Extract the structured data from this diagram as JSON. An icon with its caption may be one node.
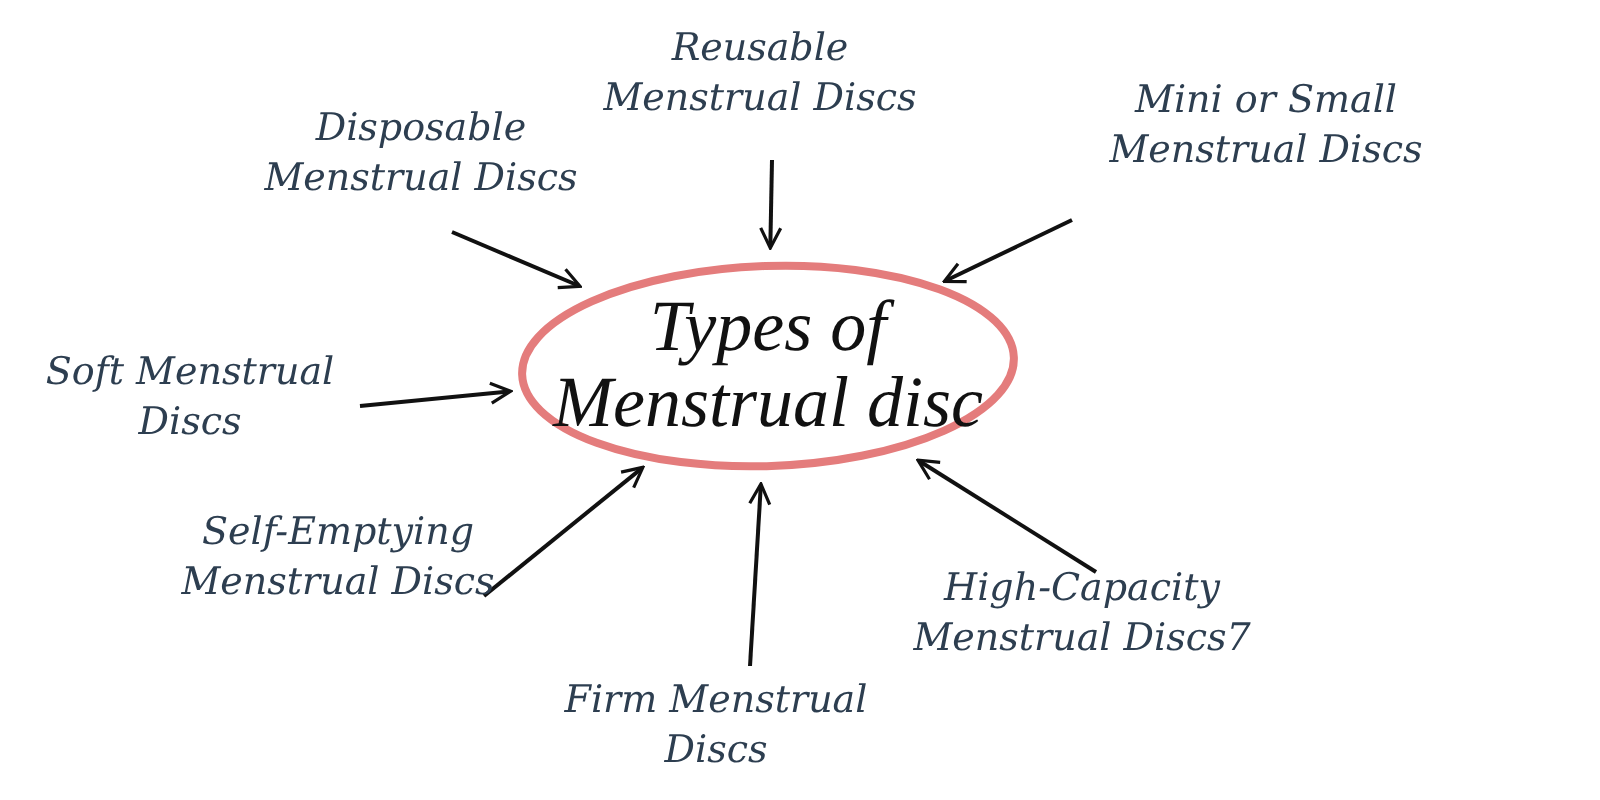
{
  "diagram": {
    "nodes": [
      {
        "text": [
          "Types of Menstrual disc"
        ]
      },
      {
        "text": [
          "Disposable Menstrual Discs"
        ]
      },
      {
        "text": [
          "Reusable Menstrual Discs"
        ]
      },
      {
        "text": [
          "Mini or Small Menstrual Discs"
        ]
      },
      {
        "text": [
          "Soft Menstrual Discs"
        ]
      },
      {
        "text": [
          "Self-Emptying Menstrual Discs"
        ]
      },
      {
        "text": [
          "Firm Menstrual Discs"
        ]
      },
      {
        "text": [
          "High-Capacity Menstrual Discs7"
        ]
      }
    ],
    "edges": [
      {
        "from": 1,
        "to": 0,
        "arrow": "to"
      },
      {
        "from": 2,
        "to": 0,
        "arrow": "to"
      },
      {
        "from": 3,
        "to": 0,
        "arrow": "to"
      },
      {
        "from": 4,
        "to": 0,
        "arrow": "to"
      },
      {
        "from": 5,
        "to": 0,
        "arrow": "to"
      },
      {
        "from": 6,
        "to": 0,
        "arrow": "to"
      },
      {
        "from": 7,
        "to": 0,
        "arrow": "to"
      }
    ]
  }
}
